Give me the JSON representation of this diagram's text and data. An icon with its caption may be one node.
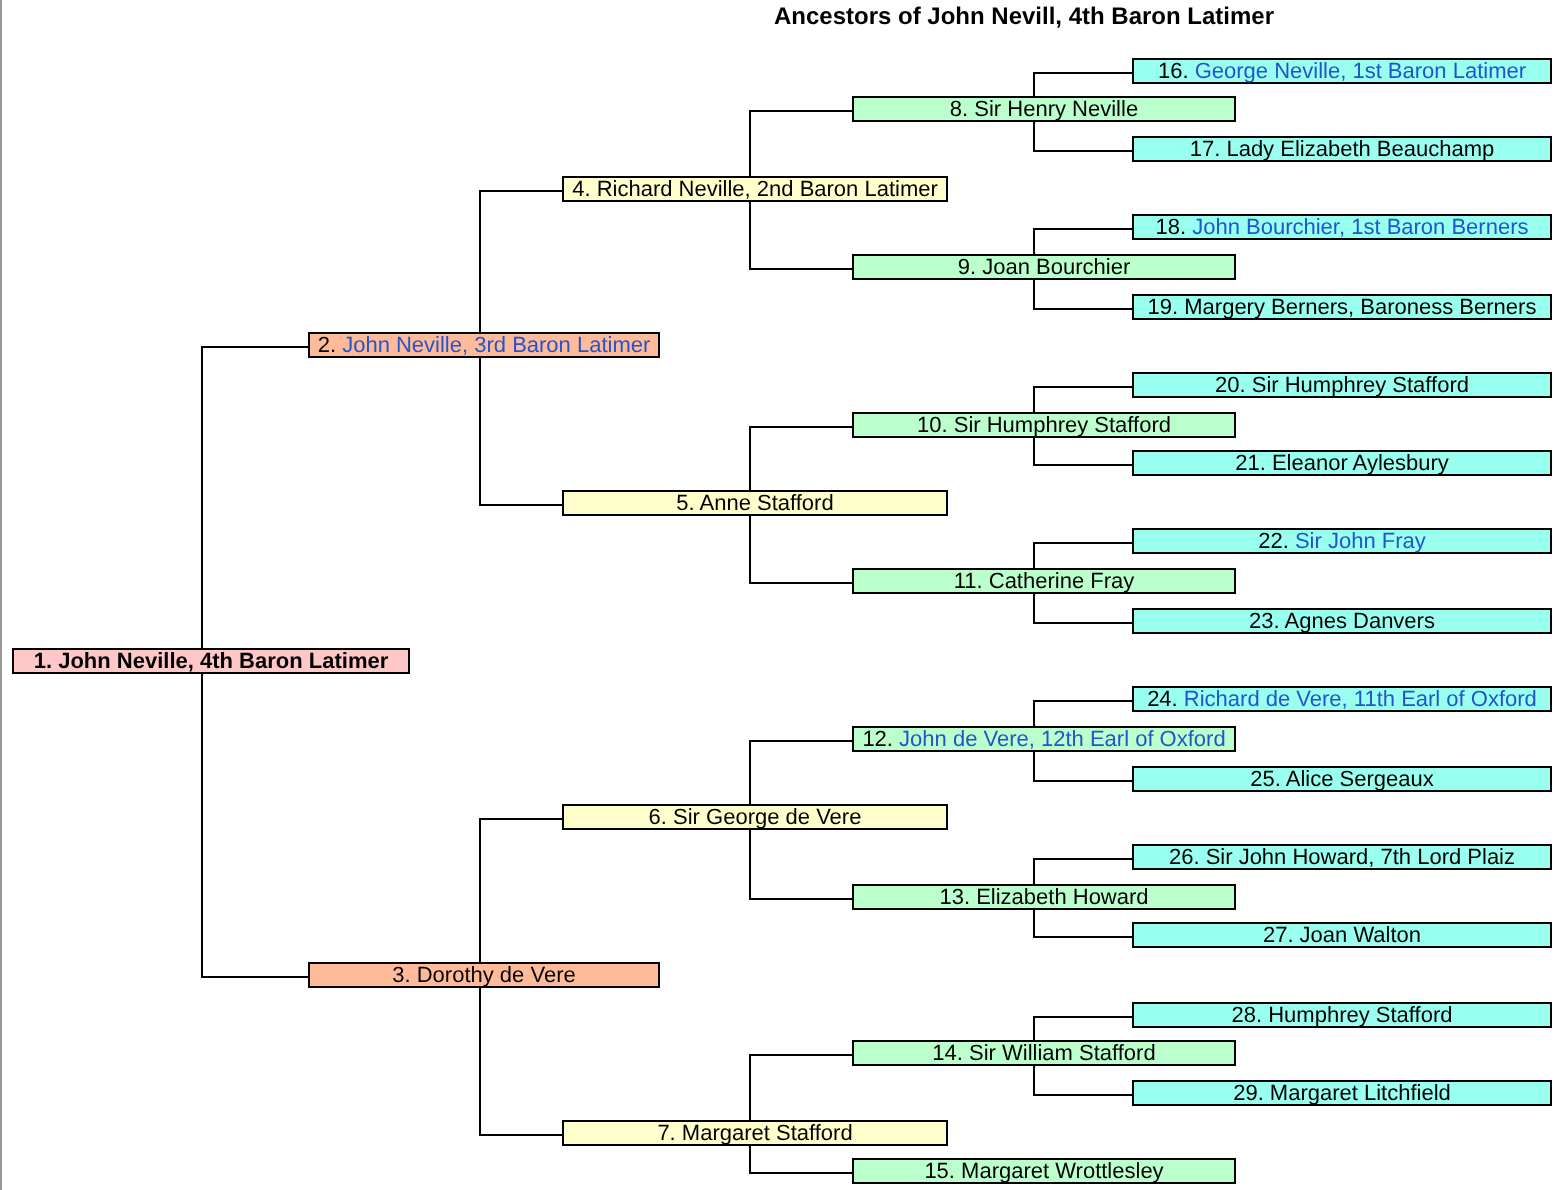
{
  "diagram": {
    "title": "Ancestors of John Nevill, 4th Baron Latimer",
    "nodes": [
      {
        "text": [
          "1. John Neville, 4th Baron Latimer"
        ]
      },
      {
        "text": [
          "2. John Neville, 3rd Baron Latimer"
        ]
      },
      {
        "text": [
          "3. Dorothy de Vere"
        ]
      },
      {
        "text": [
          "4. Richard Neville, 2nd Baron Latimer"
        ]
      },
      {
        "text": [
          "5. Anne Stafford"
        ]
      },
      {
        "text": [
          "6. Sir George de Vere"
        ]
      },
      {
        "text": [
          "7. Margaret Stafford"
        ]
      },
      {
        "text": [
          "8. Sir Henry Neville"
        ]
      },
      {
        "text": [
          "9. Joan Bourchier"
        ]
      },
      {
        "text": [
          "10. Sir Humphrey Stafford"
        ]
      },
      {
        "text": [
          "11. Catherine Fray"
        ]
      },
      {
        "text": [
          "12. John de Vere, 12th Earl of Oxford"
        ]
      },
      {
        "text": [
          "13. Elizabeth Howard"
        ]
      },
      {
        "text": [
          "14. Sir William Stafford"
        ]
      },
      {
        "text": [
          "15. Margaret Wrottlesley"
        ]
      },
      {
        "text": [
          "16. George Neville, 1st Baron Latimer"
        ]
      },
      {
        "text": [
          "17. Lady Elizabeth Beauchamp"
        ]
      },
      {
        "text": [
          "18. John Bourchier, 1st Baron Berners"
        ]
      },
      {
        "text": [
          "19. Margery Berners, Baroness Berners"
        ]
      },
      {
        "text": [
          "20. Sir Humphrey Stafford"
        ]
      },
      {
        "text": [
          "21. Eleanor Aylesbury"
        ]
      },
      {
        "text": [
          "22. Sir John Fray"
        ]
      },
      {
        "text": [
          "23. Agnes Danvers"
        ]
      },
      {
        "text": [
          "24. Richard de Vere, 11th Earl of Oxford"
        ]
      },
      {
        "text": [
          "25. Alice Sergeaux"
        ]
      },
      {
        "text": [
          "26. Sir John Howard, 7th Lord Plaiz"
        ]
      },
      {
        "text": [
          "27. Joan Walton"
        ]
      },
      {
        "text": [
          "28. Humphrey Stafford"
        ]
      },
      {
        "text": [
          "29. Margaret Litchfield"
        ]
      }
    ],
    "edges": [
      {
        "from": 0,
        "to": 1,
        "arrow": "none"
      },
      {
        "from": 0,
        "to": 2,
        "arrow": "none"
      },
      {
        "from": 1,
        "to": 3,
        "arrow": "none"
      },
      {
        "from": 1,
        "to": 4,
        "arrow": "none"
      },
      {
        "from": 2,
        "to": 5,
        "arrow": "none"
      },
      {
        "from": 2,
        "to": 6,
        "arrow": "none"
      },
      {
        "from": 3,
        "to": 7,
        "arrow": "none"
      },
      {
        "from": 3,
        "to": 8,
        "arrow": "none"
      },
      {
        "from": 4,
        "to": 9,
        "arrow": "none"
      },
      {
        "from": 4,
        "to": 10,
        "arrow": "none"
      },
      {
        "from": 5,
        "to": 11,
        "arrow": "none"
      },
      {
        "from": 5,
        "to": 12,
        "arrow": "none"
      },
      {
        "from": 6,
        "to": 13,
        "arrow": "none"
      },
      {
        "from": 6,
        "to": 14,
        "arrow": "none"
      },
      {
        "from": 7,
        "to": 15,
        "arrow": "none"
      },
      {
        "from": 7,
        "to": 16,
        "arrow": "none"
      },
      {
        "from": 8,
        "to": 17,
        "arrow": "none"
      },
      {
        "from": 8,
        "to": 18,
        "arrow": "none"
      },
      {
        "from": 9,
        "to": 19,
        "arrow": "none"
      },
      {
        "from": 9,
        "to": 20,
        "arrow": "none"
      },
      {
        "from": 10,
        "to": 21,
        "arrow": "none"
      },
      {
        "from": 10,
        "to": 22,
        "arrow": "none"
      },
      {
        "from": 11,
        "to": 23,
        "arrow": "none"
      },
      {
        "from": 11,
        "to": 24,
        "arrow": "none"
      },
      {
        "from": 12,
        "to": 25,
        "arrow": "none"
      },
      {
        "from": 12,
        "to": 26,
        "arrow": "none"
      },
      {
        "from": 13,
        "to": 27,
        "arrow": "none"
      },
      {
        "from": 13,
        "to": 28,
        "arrow": "none"
      }
    ]
  }
}
